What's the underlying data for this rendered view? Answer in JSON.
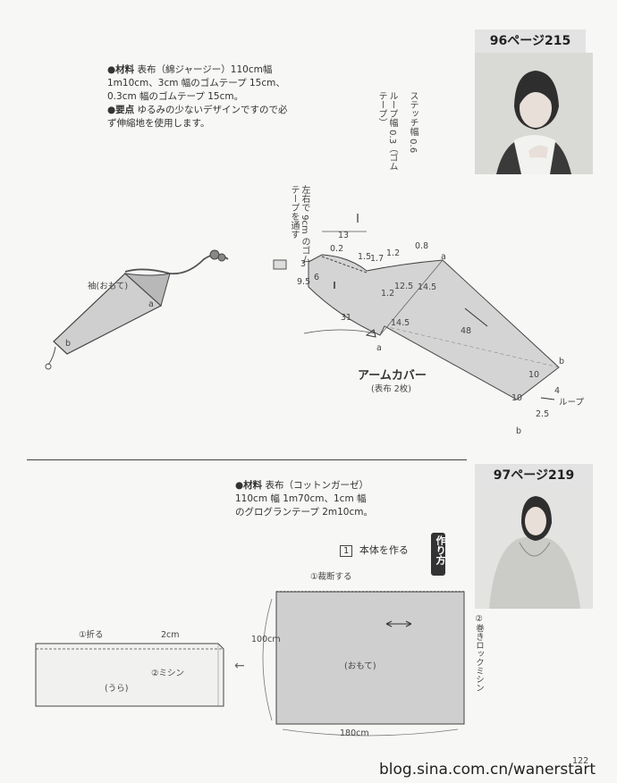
{
  "section1": {
    "tag": "96ページ215",
    "materials_label": "●材料",
    "materials_text": "表布（綿ジャージー）110cm幅 1m10cm、3cm 幅のゴムテープ 15cm、0.3cm 幅のゴムテープ 15cm。",
    "points_label": "●要点",
    "points_text": "ゆるみの少ないデザインですので必ず伸縮地を使用します。",
    "stitch_note": "ステッチ幅 0.6",
    "loop_note": "ループ幅 0.3（ゴムテープ）",
    "elastic_note": "左右で 9cm のゴムテープを通す",
    "sleeve_label": "袖(おもて)",
    "pattern_title": "アームカバー",
    "pattern_sub": "(表布 2枚)",
    "loop_label": "ループ",
    "dims": {
      "d13": "13",
      "d0_2": "0.2",
      "d1_5": "1.5",
      "d1_7": "1.7",
      "d1_2a": "1.2",
      "d0_8": "0.8",
      "d3": "3",
      "d9_5": "9.5",
      "d6": "6",
      "d1_2b": "1.2",
      "d12_5": "12.5",
      "d14_5a": "14.5",
      "d31": "31",
      "d14_5b": "14.5",
      "d48": "48",
      "d10a": "10",
      "d10b": "10",
      "d4": "4",
      "d2_5": "2.5"
    },
    "points": {
      "a": "a",
      "b": "b"
    }
  },
  "section2": {
    "tag": "97ページ219",
    "materials_label": "●材料",
    "materials_text": "表布（コットンガーゼ）110cm 幅 1m70cm、1cm 幅のグログランテープ 2m10cm。",
    "how_to": "作り方",
    "step_num": "1",
    "step_title": "本体を作る",
    "cut_label": "①裁断する",
    "overlock_label": "②巻きロックミシン",
    "front_label": "(おもて)",
    "width_label": "180cm",
    "height_label": "100cm",
    "fold_label": "①折る",
    "seam_width": "2cm",
    "sew_label": "②ミシン",
    "back_label": "(うら)"
  },
  "footer": {
    "page_no": "122",
    "watermark": "blog.sina.com.cn/wanerstart"
  }
}
